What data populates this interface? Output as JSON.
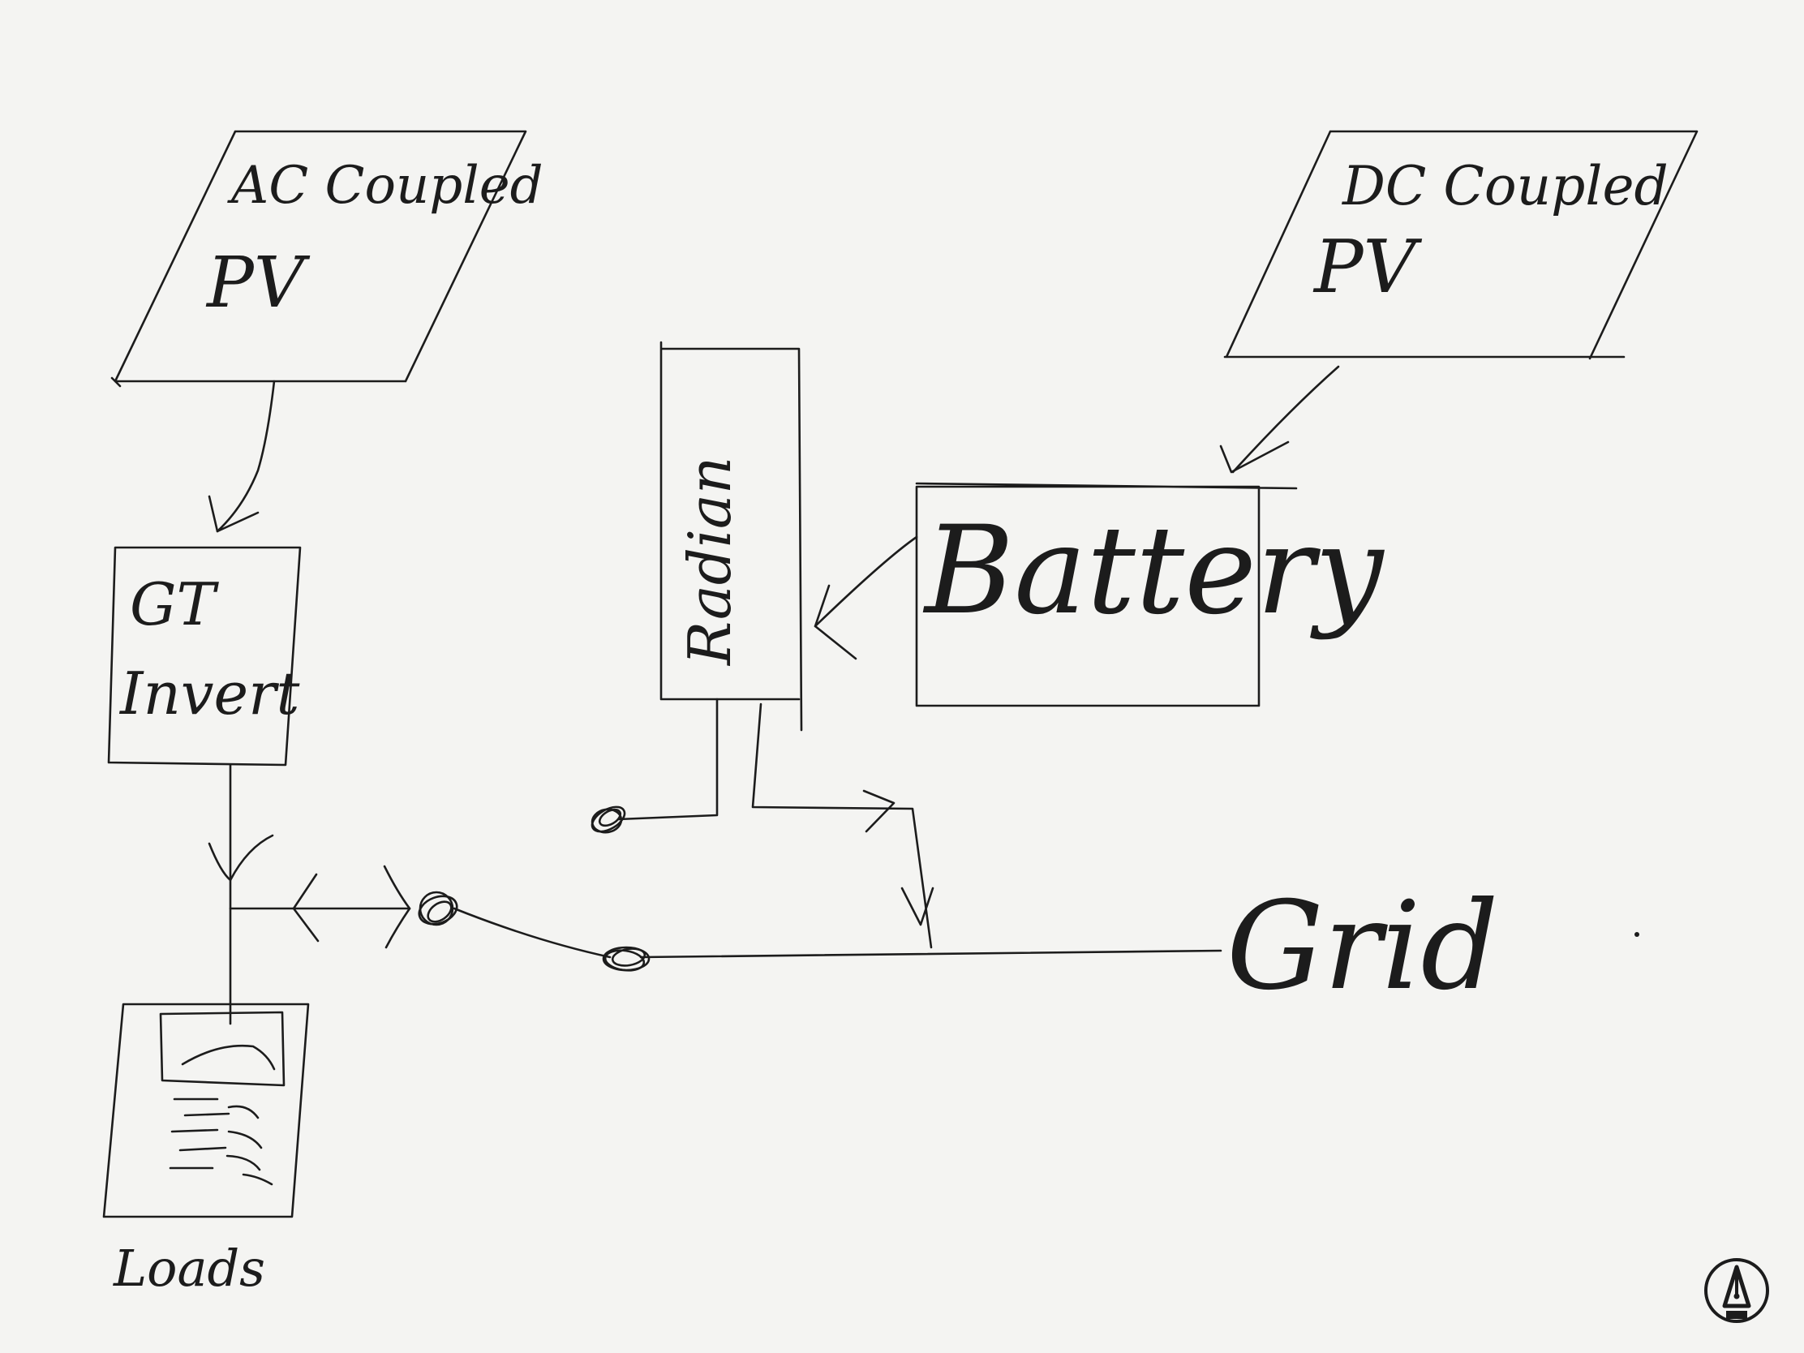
{
  "diagram": {
    "ac_pv_label_line1": "AC Coupled",
    "ac_pv_label_line2": "PV",
    "dc_pv_label_line1": "DC Coupled",
    "dc_pv_label_line2": "PV",
    "gt_inverter_label_line1": "GT",
    "gt_inverter_label_line2": "Invert",
    "radian_label": "Radian",
    "battery_label": "Battery",
    "grid_label": "Grid",
    "loads_label": "Loads"
  },
  "toolbar": {
    "pen_tool_icon": "pen-nib-icon"
  },
  "colors": {
    "paper": "#f4f4f2",
    "ink": "#1c1c1c"
  }
}
